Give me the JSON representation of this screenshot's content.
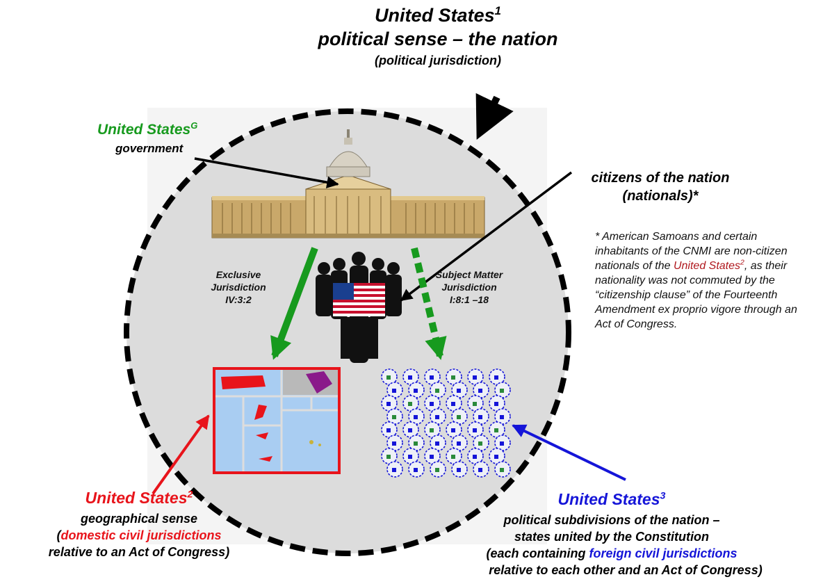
{
  "top": {
    "title": "United States",
    "title_sup": "1",
    "subtitle": "political sense – the nation",
    "note": "(political jurisdiction)"
  },
  "government": {
    "title": "United States",
    "title_sup": "G",
    "subtitle": "government",
    "color": "#179a1e"
  },
  "citizens": {
    "line1": "citizens of the nation",
    "line2": "(nationals)*"
  },
  "exclusive": {
    "line1": "Exclusive",
    "line2": "Jurisdiction",
    "line3": "IV:3:2"
  },
  "subject_matter": {
    "line1": "Subject Matter",
    "line2": "Jurisdiction",
    "line3": "I:8:1 –18"
  },
  "footnote": {
    "part1": "* American Samoans and certain inhabitants of the CNMI are non-citizen nationals of the ",
    "link": "United States",
    "link_sup": "2",
    "part2": ", as their nationality was not commuted by the “citizenship clause” of the Fourteenth Amendment ex proprio vigore through an Act of Congress."
  },
  "geo": {
    "title": "United States",
    "title_sup": "2",
    "line1": "geographical sense",
    "line2_open": "(",
    "line2_red": "domestic civil jurisdictions",
    "line3": "relative to an Act of Congress)",
    "color": "#e8141b"
  },
  "states": {
    "title": "United States",
    "title_sup": "3",
    "line1": "political subdivisions of the nation –",
    "line2": "states united by the Constitution",
    "line3_open": "(each containing ",
    "line3_blue": "foreign civil jurisdictions",
    "line4": "relative to each other and an Act of Congress)",
    "color": "#1515d8"
  },
  "colors": {
    "circle_fill": "#dcdcdc",
    "dash": "#000000",
    "green": "#179a1e",
    "red": "#e8141b",
    "blue": "#1515d8",
    "territory_water": "#a9cdf2"
  },
  "icons": {
    "capitol": "capitol-building-icon",
    "people": "citizens-silhouette-icon",
    "flag": "us-flag-icon",
    "map": "territories-map-icon",
    "states": "state-seal-grid-icon"
  }
}
